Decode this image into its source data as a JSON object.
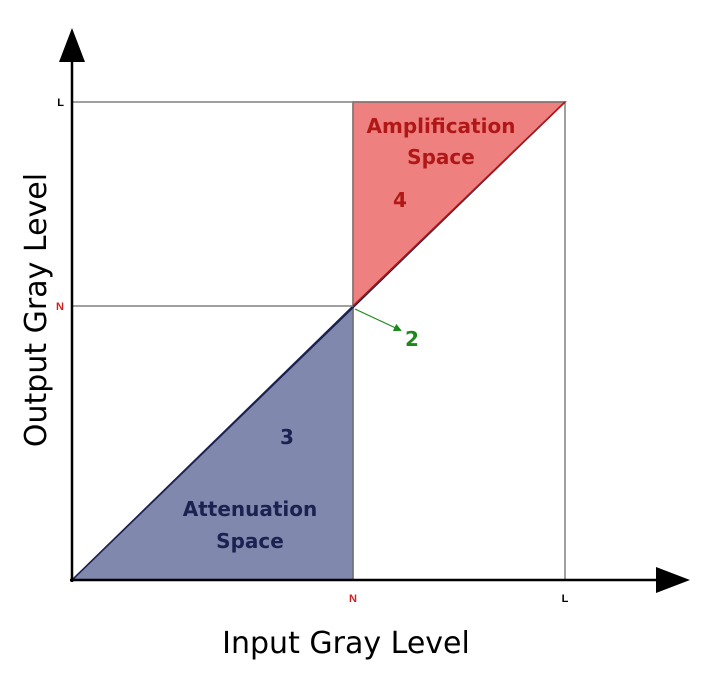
{
  "axes": {
    "x_title": "Input Gray Level",
    "y_title": "Output Gray Level",
    "x_ticks": [
      "N",
      "L"
    ],
    "y_ticks": [
      "L",
      "N"
    ]
  },
  "regions": {
    "amplification": {
      "line1": "Amplification",
      "line2": "Space",
      "number": "4",
      "color": "#ef8080",
      "text_color": "#b01818"
    },
    "attenuation": {
      "line1": "Attenuation",
      "line2": "Space",
      "number": "3",
      "color": "#8088ad",
      "text_color": "#1b2150"
    }
  },
  "pointer": {
    "label": "2",
    "color": "#1b8a1b"
  },
  "colors": {
    "n_tick": "#d02020",
    "l_tick": "#000000"
  }
}
